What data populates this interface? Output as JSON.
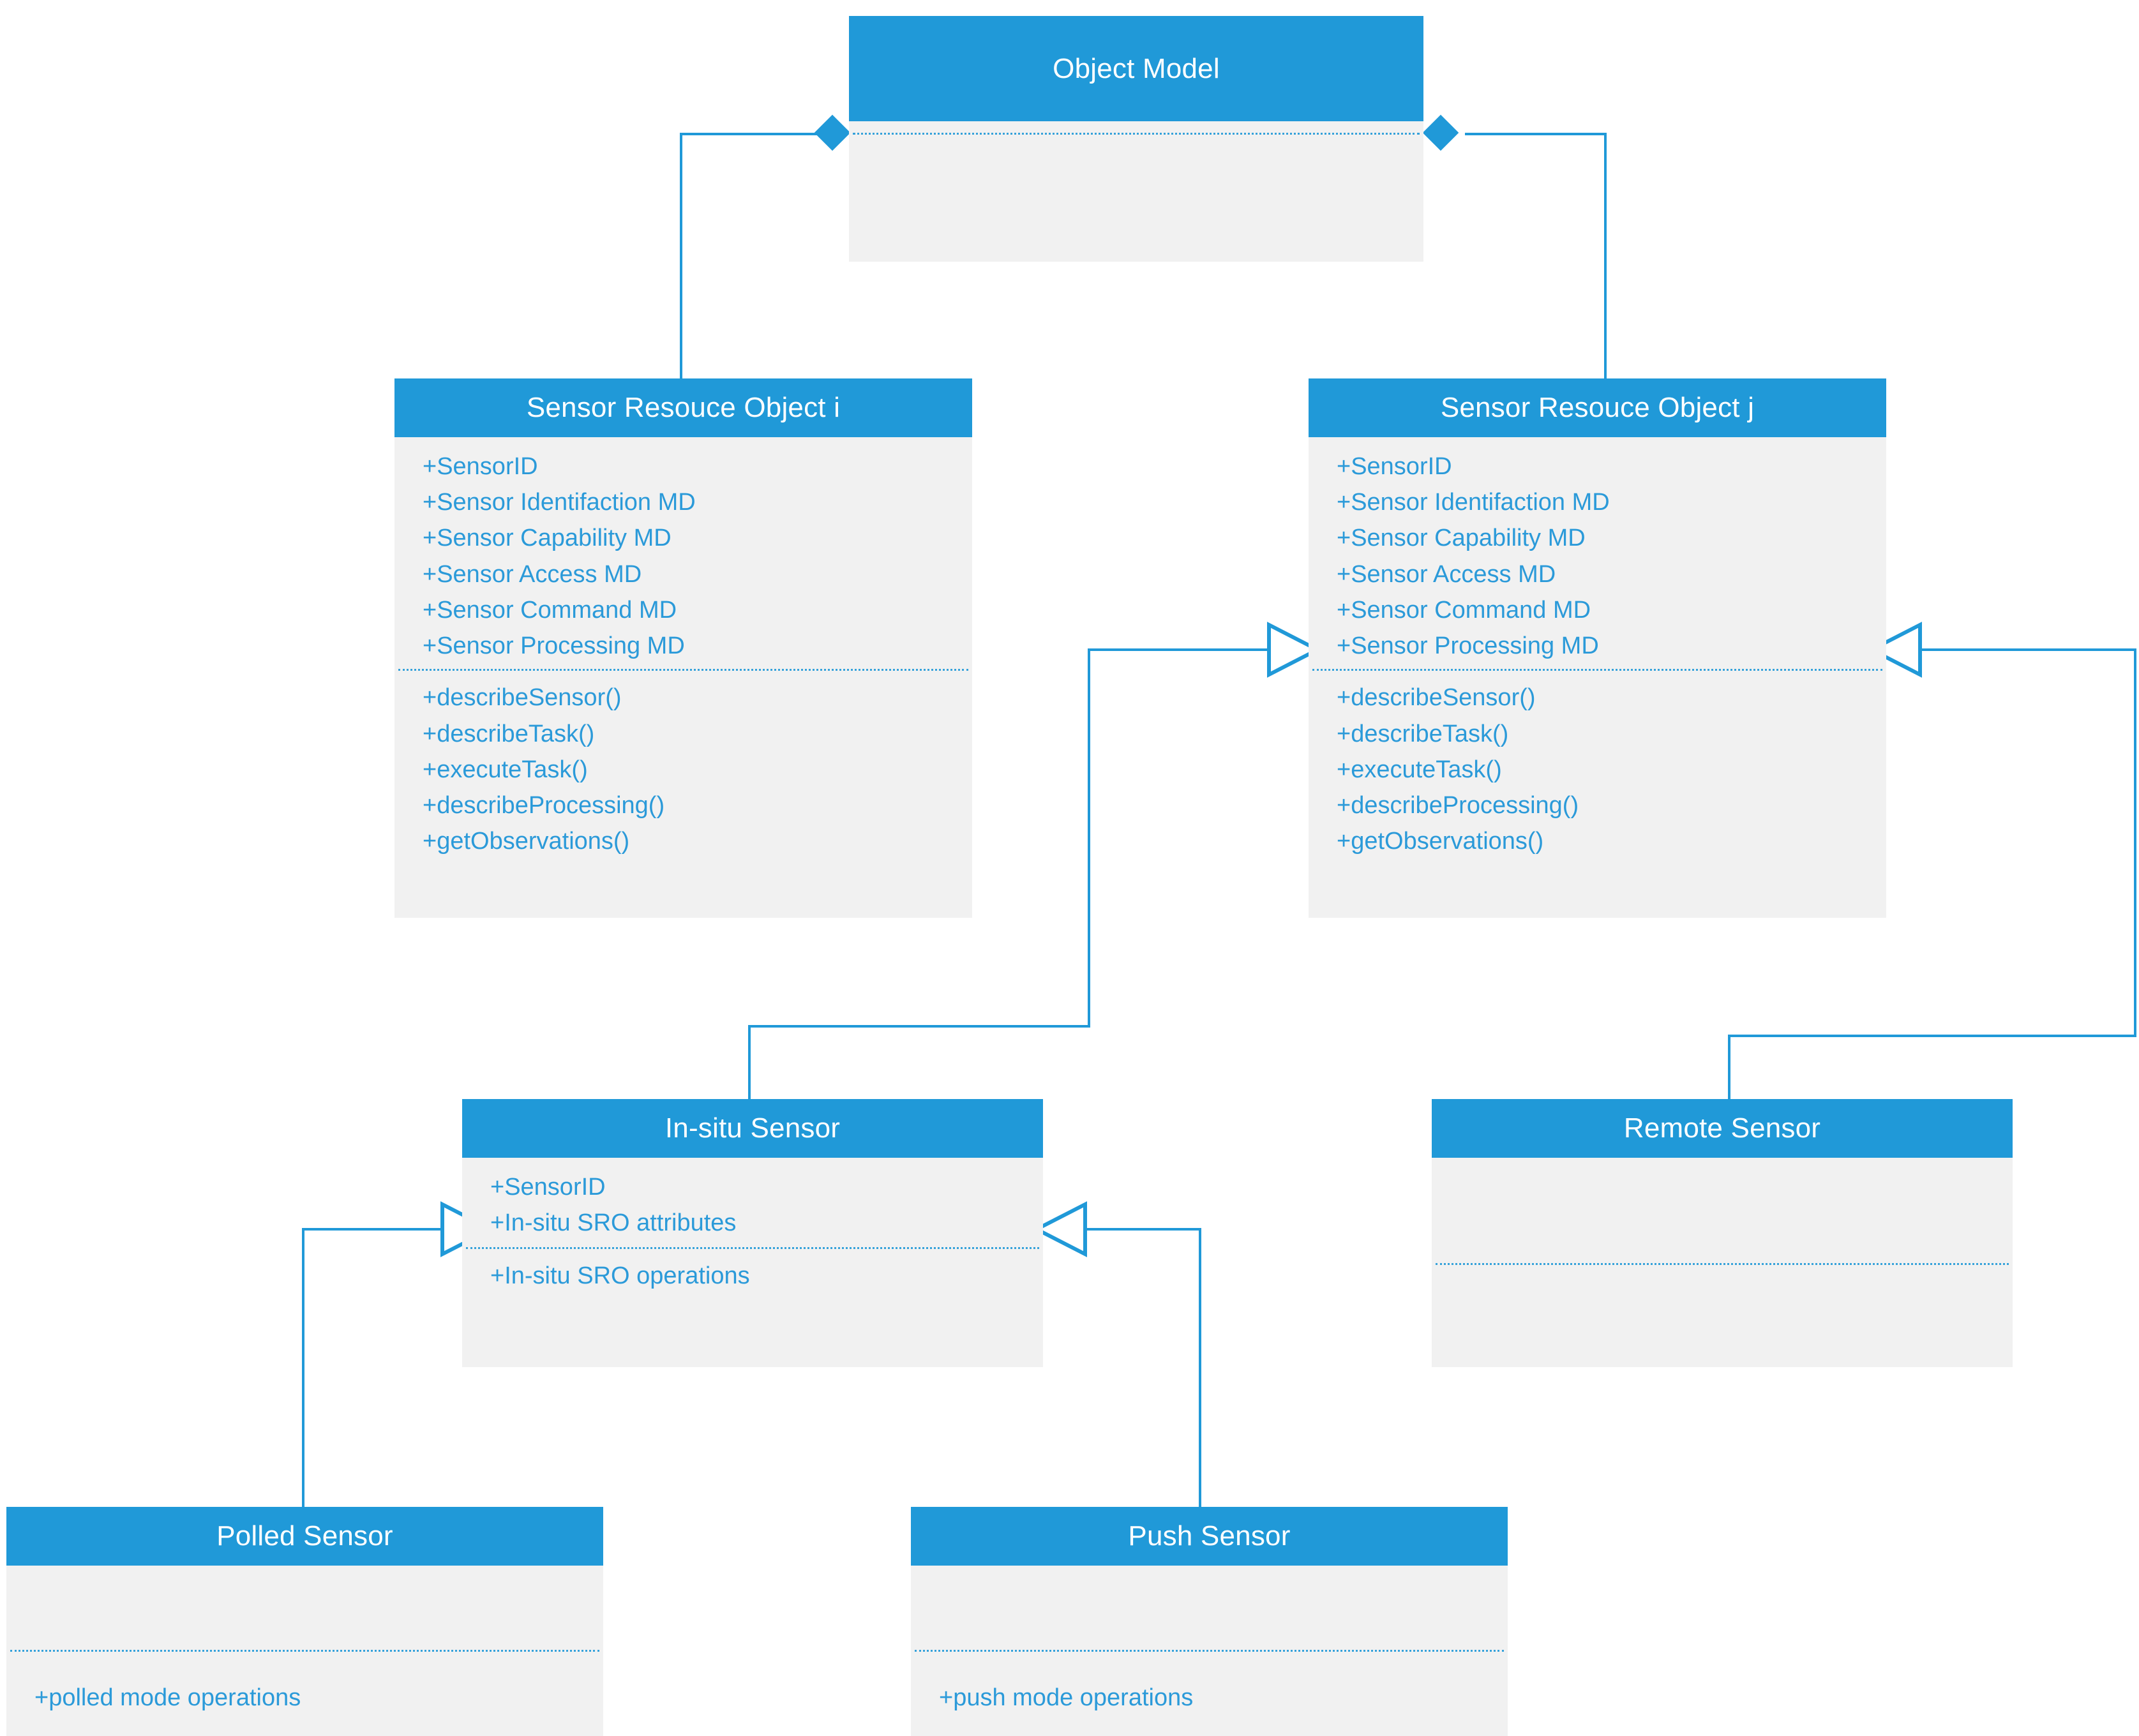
{
  "diagram": {
    "title": "Object Model sensor resource class diagram",
    "type": "uml-class-diagram",
    "accent_color": "#2099d8",
    "header_text_color": "#ffffff",
    "body_fill_color": "#f1f1f1",
    "member_text_color": "#2b9ad9"
  },
  "classes": {
    "object_model": {
      "name": "Object Model",
      "attributes": [],
      "operations": []
    },
    "sro_i": {
      "name": "Sensor Resouce Object i",
      "attributes": [
        "+SensorID",
        "+Sensor Identifaction MD",
        "+Sensor Capability MD",
        "+Sensor Access MD",
        "+Sensor Command MD",
        "+Sensor Processing MD"
      ],
      "operations": [
        "+describeSensor()",
        "+describeTask()",
        "+executeTask()",
        "+describeProcessing()",
        "+getObservations()"
      ]
    },
    "sro_j": {
      "name": "Sensor Resouce Object j",
      "attributes": [
        "+SensorID",
        "+Sensor Identifaction MD",
        "+Sensor Capability MD",
        "+Sensor Access MD",
        "+Sensor Command MD",
        "+Sensor Processing MD"
      ],
      "operations": [
        "+describeSensor()",
        "+describeTask()",
        "+executeTask()",
        "+describeProcessing()",
        "+getObservations()"
      ]
    },
    "in_situ_sensor": {
      "name": "In-situ Sensor",
      "attributes": [
        "+SensorID",
        "+In-situ SRO attributes"
      ],
      "operations": [
        "+In-situ SRO operations"
      ]
    },
    "remote_sensor": {
      "name": "Remote Sensor",
      "attributes": [],
      "operations": []
    },
    "polled_sensor": {
      "name": "Polled Sensor",
      "attributes": [],
      "operations": [
        "+polled mode operations"
      ]
    },
    "push_sensor": {
      "name": "Push Sensor",
      "attributes": [],
      "operations": [
        "+push mode operations"
      ]
    }
  },
  "relationships": [
    {
      "kind": "composition",
      "from": "object_model",
      "to": "sro_i",
      "marker": "filled-diamond"
    },
    {
      "kind": "composition",
      "from": "object_model",
      "to": "sro_j",
      "marker": "filled-diamond"
    },
    {
      "kind": "generalization",
      "from": "in_situ_sensor",
      "to": "sro_j",
      "marker": "hollow-triangle"
    },
    {
      "kind": "generalization",
      "from": "remote_sensor",
      "to": "sro_j",
      "marker": "hollow-triangle"
    },
    {
      "kind": "generalization",
      "from": "polled_sensor",
      "to": "in_situ_sensor",
      "marker": "hollow-triangle"
    },
    {
      "kind": "generalization",
      "from": "push_sensor",
      "to": "in_situ_sensor",
      "marker": "hollow-triangle"
    }
  ]
}
